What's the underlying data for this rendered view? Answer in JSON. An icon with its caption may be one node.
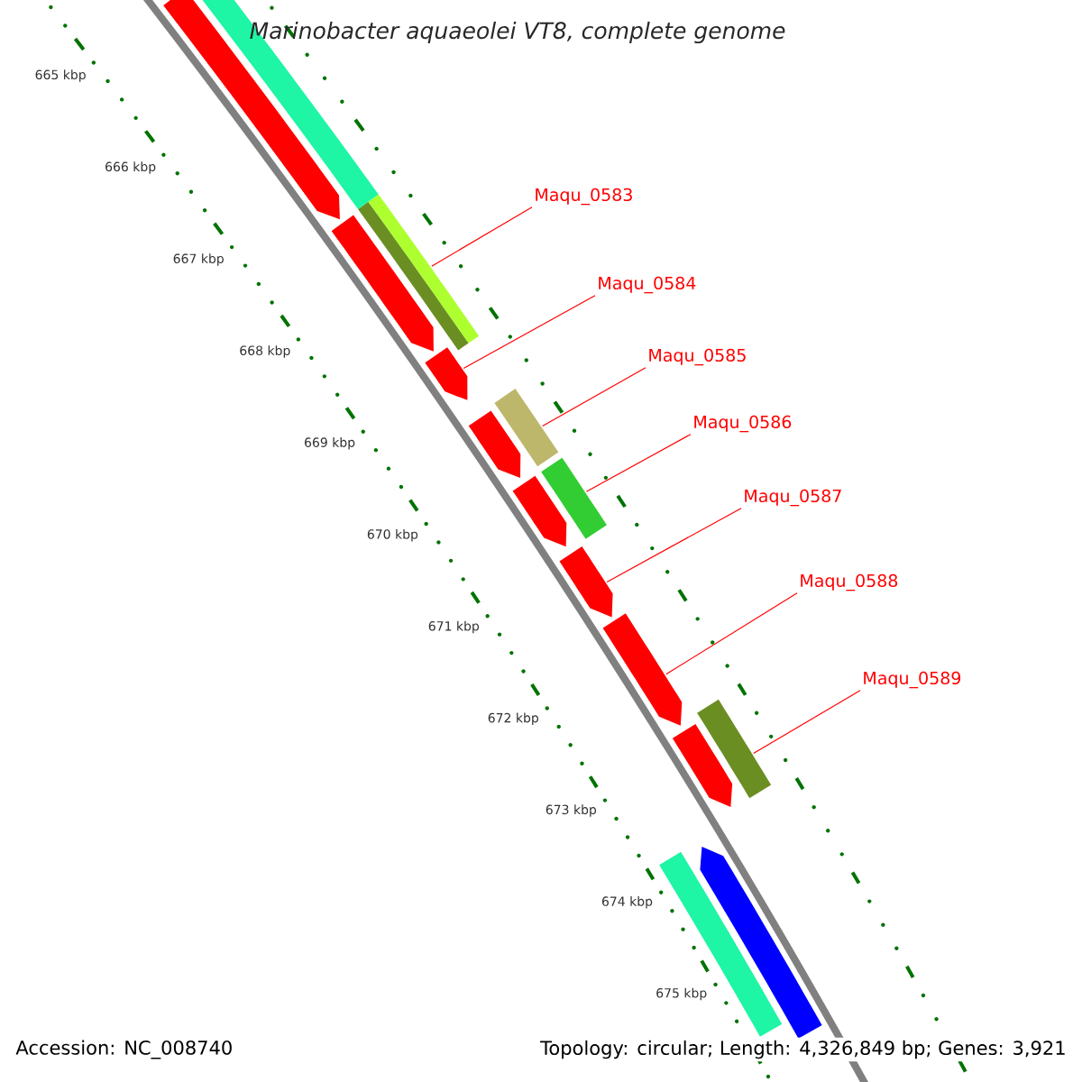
{
  "diagram": {
    "title": "*Marinobacter aquaeolei* VT8, complete genome",
    "nodes": [
      {
        "text": [
          "Maqu_0583"
        ]
      },
      {
        "text": [
          "Maqu_0584"
        ]
      },
      {
        "text": [
          "Maqu_0585"
        ]
      },
      {
        "text": [
          "Maqu_0586"
        ]
      },
      {
        "text": [
          "Maqu_0587"
        ]
      },
      {
        "text": [
          "Maqu_0588"
        ]
      },
      {
        "text": [
          "Maqu_0589"
        ]
      },
      {
        "text": [],
        "shape": "bar"
      },
      {
        "text": [],
        "shape": "arrow"
      },
      {
        "text": [],
        "shape": "bar"
      },
      {
        "text": [],
        "shape": "bar"
      },
      {
        "text": [],
        "shape": "arrow"
      },
      {
        "text": [],
        "shape": "arrow"
      },
      {
        "text": [],
        "shape": "bar"
      },
      {
        "text": [],
        "shape": "bar"
      },
      {
        "text": [],
        "shape": "arrow"
      },
      {
        "text": [],
        "shape": "arrow"
      },
      {
        "text": [],
        "shape": "arrow"
      },
      {
        "text": [],
        "shape": "arrow"
      },
      {
        "text": [],
        "shape": "arrow"
      },
      {
        "text": [],
        "shape": "arrow"
      },
      {
        "text": [],
        "shape": "bar"
      }
    ],
    "edges": [
      {
        "from": 0,
        "to": 7,
        "arrow": "none"
      },
      {
        "from": 1,
        "to": 8,
        "arrow": "none"
      },
      {
        "from": 2,
        "to": 9,
        "arrow": "none"
      },
      {
        "from": 3,
        "to": 10,
        "arrow": "none"
      },
      {
        "from": 4,
        "to": 11,
        "arrow": "none"
      },
      {
        "from": 5,
        "to": 12,
        "arrow": "none"
      },
      {
        "from": 6,
        "to": 13,
        "arrow": "none"
      }
    ],
    "labels": [
      "665 kbp",
      "666 kbp",
      "667 kbp",
      "668 kbp",
      "669 kbp",
      "670 kbp",
      "671 kbp",
      "672 kbp",
      "673 kbp",
      "674 kbp",
      "675 kbp",
      "Accession: NC_008740",
      "Topology: circular; Length: 4,326,849 bp; Genes: 3,921"
    ]
  }
}
